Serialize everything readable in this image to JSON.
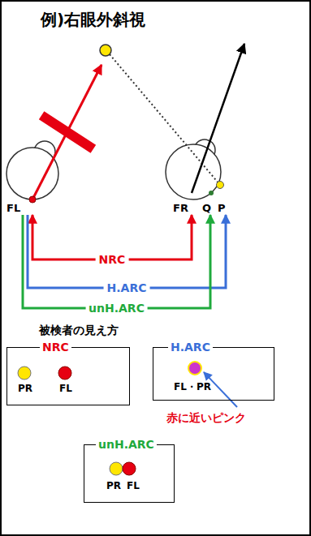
{
  "diagram": {
    "title": "例)右眼外斜視",
    "nodes": [
      {
        "text": [
          "FL"
        ]
      },
      {
        "text": [
          "FR"
        ]
      },
      {
        "text": [
          "Q"
        ]
      },
      {
        "text": [
          "P"
        ]
      },
      {
        "text": [
          "NRC",
          "PR",
          "FL"
        ]
      },
      {
        "text": [
          "H.ARC",
          "FL・PR"
        ]
      },
      {
        "text": [
          "unH.ARC",
          "PR",
          "FL"
        ]
      }
    ],
    "edges": [
      {
        "from": 0,
        "to": 1,
        "arrow": "both",
        "label": "NRC"
      },
      {
        "from": 0,
        "to": 3,
        "arrow": "to",
        "label": "H.ARC"
      },
      {
        "from": 0,
        "to": 2,
        "arrow": "to",
        "label": "unH.ARC"
      }
    ],
    "labels": [
      "被検者の見え方",
      "赤に近いピンク"
    ]
  }
}
